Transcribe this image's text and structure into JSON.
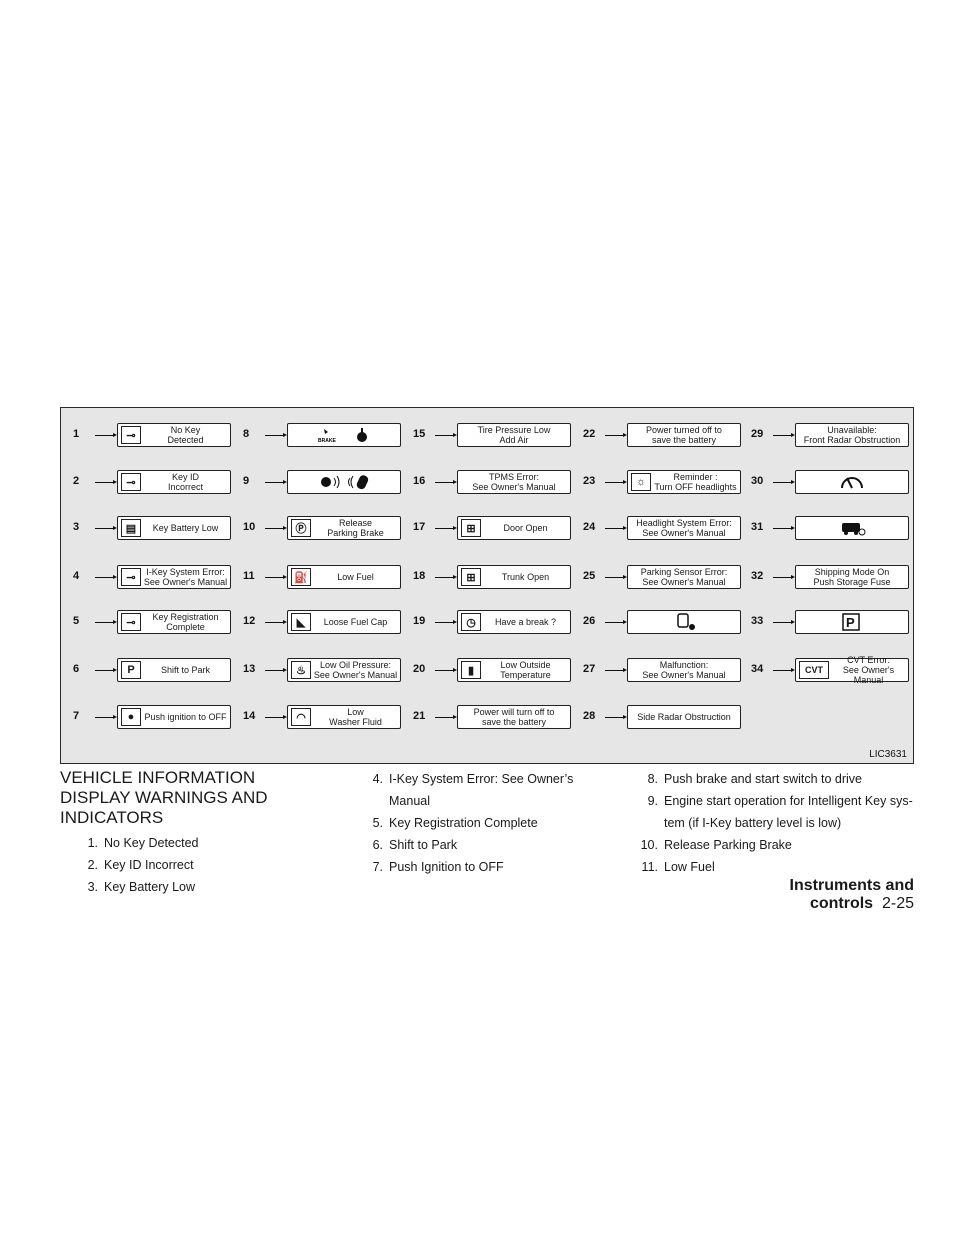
{
  "figure": {
    "id": "LIC3631",
    "columns": [
      [
        {
          "num": "1",
          "label": "No Key\nDetected",
          "icon": "key-icon"
        },
        {
          "num": "2",
          "label": "Key ID\nIncorrect",
          "icon": "key-icon"
        },
        {
          "num": "3",
          "label": "Key Battery Low",
          "icon": "key-battery-icon"
        },
        {
          "num": "4",
          "label": "I-Key System Error:\nSee Owner's Manual",
          "icon": "key-icon"
        },
        {
          "num": "5",
          "label": "Key Registration\nComplete",
          "icon": "key-icon"
        },
        {
          "num": "6",
          "label": "Shift to Park",
          "icon": "park-selector-icon"
        },
        {
          "num": "7",
          "label": "Push ignition to OFF",
          "icon": "push-button-icon"
        }
      ],
      [
        {
          "num": "8",
          "label": "",
          "icon": "brake-push-icon"
        },
        {
          "num": "9",
          "label": "",
          "icon": "key-fob-signal-icon"
        },
        {
          "num": "10",
          "label": "Release\nParking Brake",
          "icon": "parking-brake-icon"
        },
        {
          "num": "11",
          "label": "Low Fuel",
          "icon": "fuel-pump-icon"
        },
        {
          "num": "12",
          "label": "Loose Fuel Cap",
          "icon": "fuel-cap-icon"
        },
        {
          "num": "13",
          "label": "Low Oil Pressure:\nSee Owner's Manual",
          "icon": "oil-can-icon"
        },
        {
          "num": "14",
          "label": "Low\nWasher Fluid",
          "icon": "washer-fluid-icon"
        }
      ],
      [
        {
          "num": "15",
          "label": "Tire Pressure Low\nAdd Air",
          "icon": ""
        },
        {
          "num": "16",
          "label": "TPMS Error:\nSee Owner's Manual",
          "icon": ""
        },
        {
          "num": "17",
          "label": "Door Open",
          "icon": "door-open-icon"
        },
        {
          "num": "18",
          "label": "Trunk Open",
          "icon": "trunk-open-icon"
        },
        {
          "num": "19",
          "label": "Have a break ?",
          "icon": "timer-icon"
        },
        {
          "num": "20",
          "label": "Low Outside\nTemperature",
          "icon": "thermometer-icon"
        },
        {
          "num": "21",
          "label": "Power will turn off to\nsave the battery",
          "icon": ""
        }
      ],
      [
        {
          "num": "22",
          "label": "Power turned off to\nsave the battery",
          "icon": ""
        },
        {
          "num": "23",
          "label": "Reminder :\nTurn OFF headlights",
          "icon": "headlight-icon"
        },
        {
          "num": "24",
          "label": "Headlight System Error:\nSee Owner's Manual",
          "icon": ""
        },
        {
          "num": "25",
          "label": "Parking Sensor Error:\nSee Owner's Manual",
          "icon": ""
        },
        {
          "num": "26",
          "label": "",
          "icon": "radar-sensor-icon"
        },
        {
          "num": "27",
          "label": "Malfunction:\nSee Owner's Manual",
          "icon": ""
        },
        {
          "num": "28",
          "label": "Side Radar Obstruction",
          "icon": ""
        }
      ],
      [
        {
          "num": "29",
          "label": "Unavailable:\nFront Radar Obstruction",
          "icon": ""
        },
        {
          "num": "30",
          "label": "",
          "icon": "speedometer-icon"
        },
        {
          "num": "31",
          "label": "",
          "icon": "car-warning-icon"
        },
        {
          "num": "32",
          "label": "Shipping Mode On\nPush Storage Fuse",
          "icon": ""
        },
        {
          "num": "33",
          "label": "",
          "icon": "park-icon"
        },
        {
          "num": "34",
          "label": "CVT Error:\nSee Owner's Manual",
          "icon": "cvt-icon"
        }
      ]
    ]
  },
  "text": {
    "heading": "VEHICLE INFORMATION DISPLAY WARNINGS AND INDICATORS",
    "col1": [
      {
        "n": "1.",
        "t": "No Key Detected"
      },
      {
        "n": "2.",
        "t": "Key ID Incorrect"
      },
      {
        "n": "3.",
        "t": "Key Battery Low"
      }
    ],
    "col2": [
      {
        "n": "4.",
        "t": "I-Key System Error: See Owner’s Manual"
      },
      {
        "n": "5.",
        "t": "Key Registration Complete"
      },
      {
        "n": "6.",
        "t": "Shift to Park"
      },
      {
        "n": "7.",
        "t": "Push Ignition to OFF"
      }
    ],
    "col3": [
      {
        "n": "8.",
        "t": "Push brake and start switch to drive"
      },
      {
        "n": "9.",
        "t": "Engine start operation for Intelligent Key sys-\ntem (if I-Key battery level is low)"
      },
      {
        "n": "10.",
        "t": "Release Parking Brake"
      },
      {
        "n": "11.",
        "t": "Low Fuel"
      }
    ]
  },
  "footer": {
    "section": "Instruments and controls",
    "page": "2-25"
  },
  "icon_glyphs": {
    "key-icon": "⊸",
    "key-battery-icon": "▤",
    "park-selector-icon": "P",
    "push-button-icon": "●",
    "parking-brake-icon": "Ⓟ",
    "fuel-pump-icon": "⛽",
    "fuel-cap-icon": "◣",
    "oil-can-icon": "♨",
    "washer-fluid-icon": "◠",
    "door-open-icon": "⊞",
    "trunk-open-icon": "⊞",
    "timer-icon": "◷",
    "thermometer-icon": "▮",
    "headlight-icon": "☼",
    "cvt-icon": "CVT"
  }
}
